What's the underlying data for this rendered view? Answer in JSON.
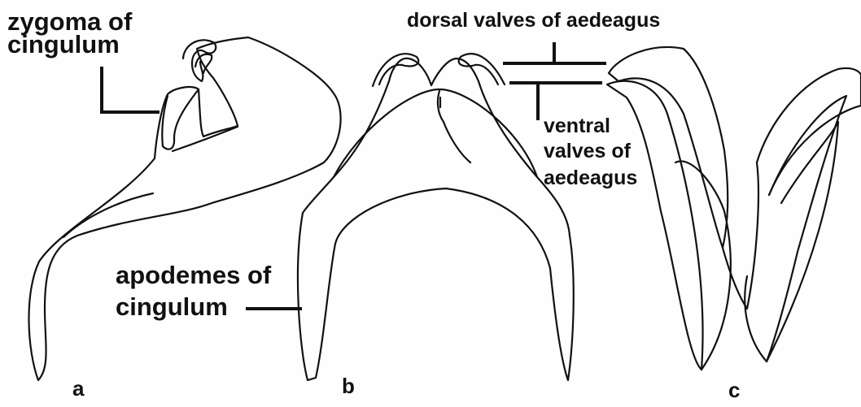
{
  "labels": {
    "zygoma": {
      "line1": "zygoma of",
      "line2": "cingulum"
    },
    "dorsal_valves": "dorsal valves of aedeagus",
    "ventral_valves": {
      "line1": "ventral",
      "line2": "valves of",
      "line3": "aedeagus"
    },
    "apodemes": {
      "line1": "apodemes of",
      "line2": "cingulum"
    }
  },
  "panels": [
    "a",
    "b",
    "c"
  ],
  "colors": {
    "ink": "#111111",
    "paper": "#fefefe"
  }
}
